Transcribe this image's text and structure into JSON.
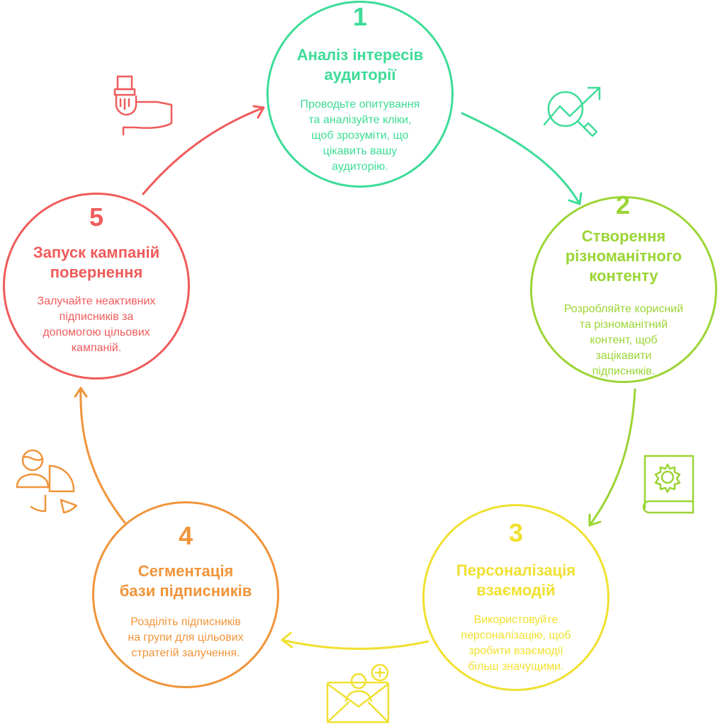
{
  "colors": {
    "s1": "#3ddc97",
    "s2": "#9bd535",
    "s3": "#f0e030",
    "s4": "#f0943a",
    "s5": "#ef5b5b"
  },
  "stages": [
    {
      "number": "1",
      "title_lines": [
        "Аналіз інтересів",
        "аудиторії"
      ],
      "desc_lines": [
        "Проводьте опитування",
        "та аналізуйте кліки,",
        "щоб зрозуміти, що",
        "цікавить вашу",
        "аудиторію."
      ],
      "icon": "analytics-magnifier-icon"
    },
    {
      "number": "2",
      "title_lines": [
        "Створення",
        "різноманітного",
        "контенту"
      ],
      "desc_lines": [
        "Розробляйте корисний",
        "та різноманітний",
        "контент, щоб",
        "зацікавити",
        "підписників."
      ],
      "icon": "book-gear-icon"
    },
    {
      "number": "3",
      "title_lines": [
        "Персоналізація",
        "взаємодій"
      ],
      "desc_lines": [
        "Використовуйте",
        "персоналізацію, щоб",
        "зробити взаємодії",
        "більш значущими."
      ],
      "icon": "envelope-user-plus-icon"
    },
    {
      "number": "4",
      "title_lines": [
        "Сегментація",
        "бази підписників"
      ],
      "desc_lines": [
        "Розділіть підписників",
        "на групи для цільових",
        "стратегій залучення."
      ],
      "icon": "user-pie-chart-icon"
    },
    {
      "number": "5",
      "title_lines": [
        "Запуск кампаній",
        "повернення"
      ],
      "desc_lines": [
        "Залучайте неактивних",
        "підписників за",
        "допомогою цільових",
        "кампаній."
      ],
      "icon": "hand-pointing-icon"
    }
  ]
}
